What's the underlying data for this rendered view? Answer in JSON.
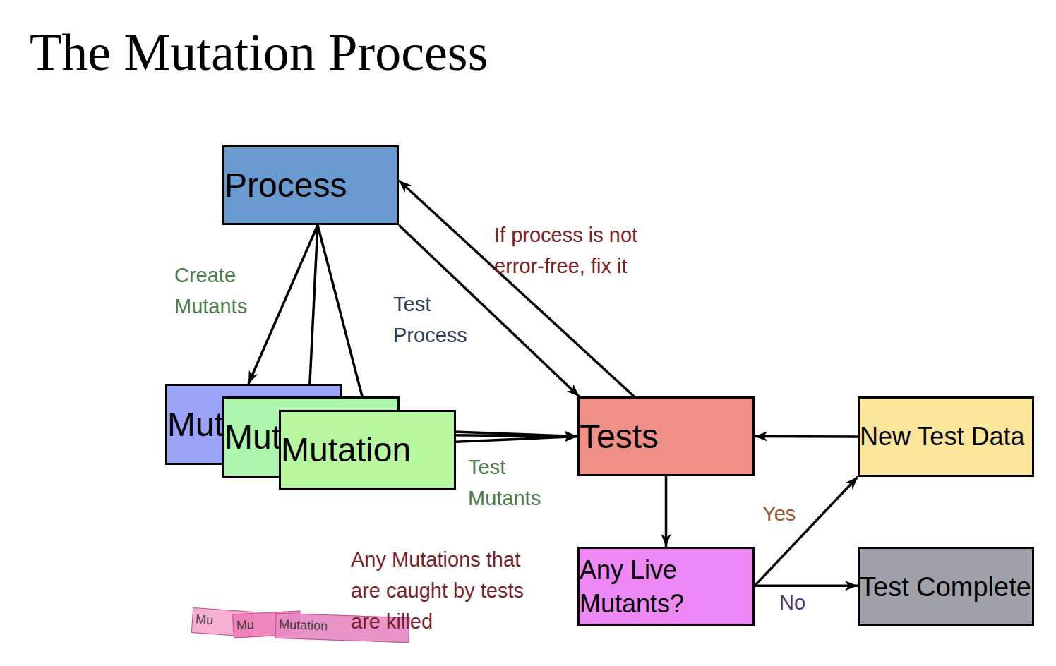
{
  "diagram": {
    "title": "The Mutation Process",
    "nodes": [
      {
        "text": [
          "Process"
        ]
      },
      {
        "text": [
          "Mut"
        ]
      },
      {
        "text": [
          "Mut"
        ]
      },
      {
        "text": [
          "Mutation"
        ]
      },
      {
        "text": [
          "Tests"
        ]
      },
      {
        "text": [
          "New Test Data"
        ]
      },
      {
        "text": [
          "Any Live Mutants?"
        ]
      },
      {
        "text": [
          "Test Complete"
        ]
      }
    ],
    "edges": [
      {
        "from": 0,
        "to": 1,
        "arrow": "to",
        "label": "Create Mutants"
      },
      {
        "from": 0,
        "to": 2,
        "arrow": "to"
      },
      {
        "from": 0,
        "to": 3,
        "arrow": "to"
      },
      {
        "from": 0,
        "to": 4,
        "arrow": "to",
        "label": "Test Process"
      },
      {
        "from": 4,
        "to": 0,
        "arrow": "to",
        "label": "If process is not error-free, fix it"
      },
      {
        "from": 1,
        "to": 4,
        "arrow": "to"
      },
      {
        "from": 2,
        "to": 4,
        "arrow": "to"
      },
      {
        "from": 3,
        "to": 4,
        "arrow": "to",
        "label": "Test Mutants"
      },
      {
        "from": 4,
        "to": 6,
        "arrow": "to"
      },
      {
        "from": 6,
        "to": 5,
        "arrow": "to",
        "label": "Yes"
      },
      {
        "from": 6,
        "to": 7,
        "arrow": "to",
        "label": "No"
      },
      {
        "from": 5,
        "to": 4,
        "arrow": "to"
      }
    ],
    "labels": [
      "Any Mutations that are caught by tests are killed",
      "Mu",
      "Mu",
      "Mutation"
    ]
  }
}
